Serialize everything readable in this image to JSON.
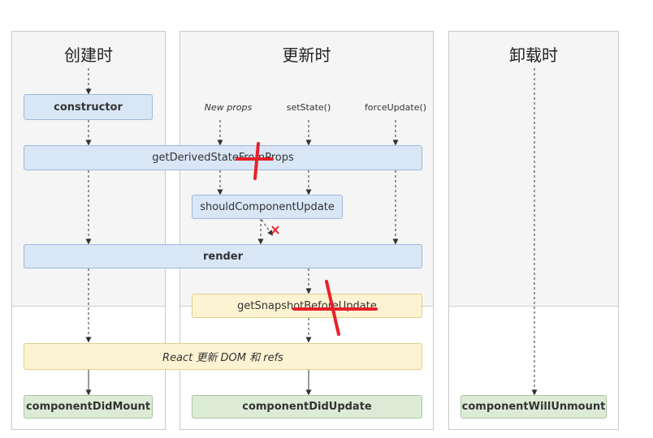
{
  "columns": {
    "mount_title": "创建时",
    "update_title": "更新时",
    "unmount_title": "卸载时"
  },
  "triggers": {
    "new_props": "New props",
    "set_state": "setState()",
    "force_update": "forceUpdate()"
  },
  "lifecycle": {
    "constructor": "constructor",
    "get_derived_state": "getDerivedStateFromProps",
    "should_component_update": "shouldComponentUpdate",
    "render": "render",
    "get_snapshot": "getSnapshotBeforeUpdate",
    "react_updates": "React 更新 DOM 和 refs",
    "did_mount": "componentDidMount",
    "did_update": "componentDidUpdate",
    "will_unmount": "componentWillUnmount"
  },
  "colors": {
    "render_phase": "#d9e6f6",
    "pre_commit_phase": "#fcf3d3",
    "commit_phase": "#dcebd6",
    "annotation": "#e8202a"
  }
}
